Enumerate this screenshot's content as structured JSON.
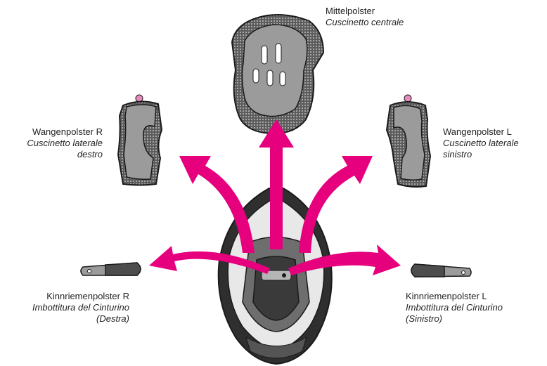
{
  "labels": {
    "center": {
      "de": "Mittelpolster",
      "it": "Cuscinetto centrale"
    },
    "cheek_r": {
      "de": "Wangenpolster R",
      "it1": "Cuscinetto laterale",
      "it2": "destro"
    },
    "cheek_l": {
      "de": "Wangenpolster L",
      "it1": "Cuscinetto laterale",
      "it2": "sinistro"
    },
    "chin_r": {
      "de": "Kinnriemenpolster R",
      "it1": "Imbottitura del Cinturino",
      "it2": "(Destra)"
    },
    "chin_l": {
      "de": "Kinnriemenpolster L",
      "it1": "Imbottitura del Cinturino",
      "it2": "(Sinistro)"
    }
  },
  "colors": {
    "arrow": "#e6007e",
    "pad_fill": "#9b9b9b",
    "pad_dark": "#4d4d4d",
    "outline": "#1a1a1a",
    "mesh": "#6e6e6e"
  }
}
